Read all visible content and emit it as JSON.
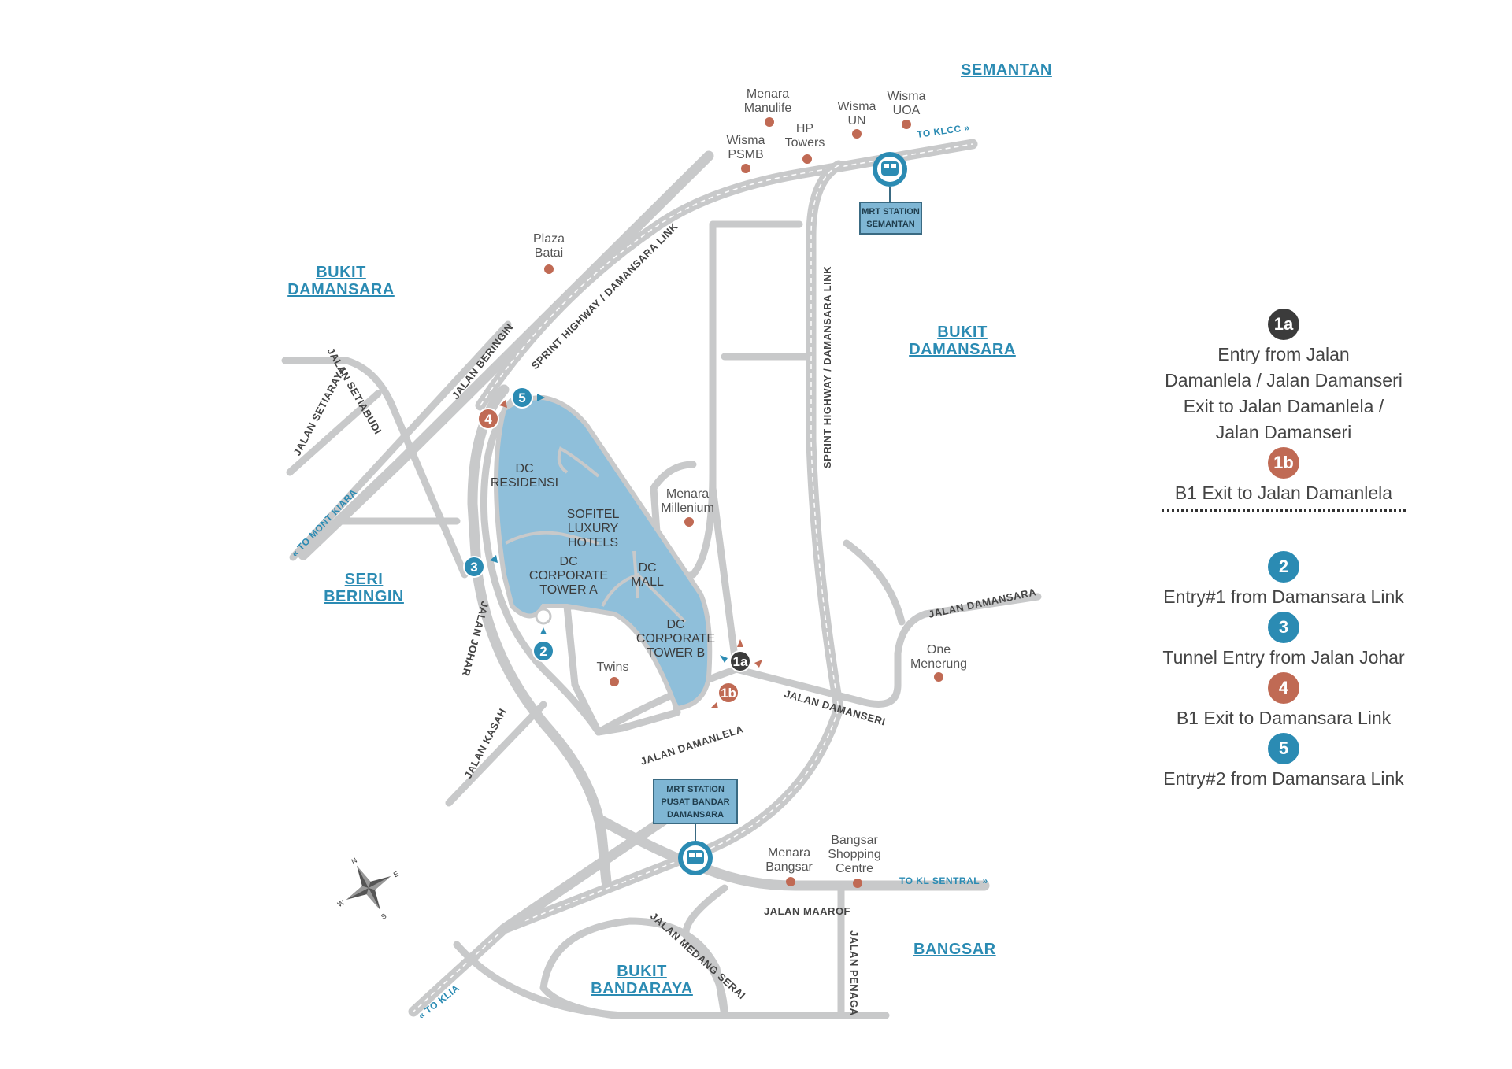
{
  "colors": {
    "road": "#c8c9ca",
    "block": "#8fbfda",
    "district_text": "#2b8bb3",
    "badge_blue": "#2b8bb3",
    "badge_orange": "#c06a54",
    "badge_dark": "#3b3b3b",
    "poi_dot": "#c06a54"
  },
  "districts": {
    "semantan": "SEMANTAN",
    "bukit_damansara_w1": "BUKIT",
    "bukit_damansara_w2": "DAMANSARA",
    "bukit_damansara_e1": "BUKIT",
    "bukit_damansara_e2": "DAMANSARA",
    "seri_beringin_1": "SERI",
    "seri_beringin_2": "BERINGIN",
    "bangsar": "BANGSAR",
    "bukit_bandaraya_1": "BUKIT",
    "bukit_bandaraya_2": "BANDARAYA"
  },
  "pois": {
    "menara_manulife_1": "Menara",
    "menara_manulife_2": "Manulife",
    "wisma_un_1": "Wisma",
    "wisma_un_2": "UN",
    "wisma_uoa_1": "Wisma",
    "wisma_uoa_2": "UOA",
    "hp_towers_1": "HP",
    "hp_towers_2": "Towers",
    "wisma_psmb_1": "Wisma",
    "wisma_psmb_2": "PSMB",
    "plaza_batai_1": "Plaza",
    "plaza_batai_2": "Batai",
    "menara_millenium_1": "Menara",
    "menara_millenium_2": "Millenium",
    "one_menerung_1": "One",
    "one_menerung_2": "Menerung",
    "twins": "Twins",
    "menara_bangsar_1": "Menara",
    "menara_bangsar_2": "Bangsar",
    "bangsar_sc_1": "Bangsar",
    "bangsar_sc_2": "Shopping",
    "bangsar_sc_3": "Centre"
  },
  "roads": {
    "sprint_link_nw": "SPRINT HIGHWAY / DAMANSARA LINK",
    "sprint_link_ne": "SPRINT HIGHWAY / DAMANSARA LINK",
    "jalan_beringin": "JALAN BERINGIN",
    "jalan_setiabudi": "JALAN SETIABUDI",
    "jalan_setiaraya": "JALAN SETIARAYA",
    "jalan_johar": "JALAN JOHAR",
    "jalan_kasah": "JALAN KASAH",
    "jalan_damanlela": "JALAN DAMANLELA",
    "jalan_damanseri": "JALAN DAMANSERI",
    "jalan_damansara": "JALAN DAMANSARA",
    "jalan_maarof": "JALAN MAAROF",
    "jalan_medang_serai": "JALAN MEDANG SERAI",
    "jalan_penaga": "JALAN PENAGA"
  },
  "directions": {
    "to_klcc": "TO KLCC »",
    "to_mont_kiara": "« TO MONT KIARA",
    "to_kl_sentral": "TO KL SENTRAL »",
    "to_klia": "« TO KLIA"
  },
  "stations": {
    "semantan_1": "MRT STATION",
    "semantan_2": "SEMANTAN",
    "pusat_1": "MRT STATION",
    "pusat_2": "PUSAT BANDAR",
    "pusat_3": "DAMANSARA"
  },
  "buildings": {
    "dc_residensi_1": "DC",
    "dc_residensi_2": "RESIDENSI",
    "sofitel_1": "SOFITEL",
    "sofitel_2": "LUXURY",
    "sofitel_3": "HOTELS",
    "tower_a_1": "DC",
    "tower_a_2": "CORPORATE",
    "tower_a_3": "TOWER A",
    "dc_mall_1": "DC",
    "dc_mall_2": "MALL",
    "tower_b_1": "DC",
    "tower_b_2": "CORPORATE",
    "tower_b_3": "TOWER B"
  },
  "map_badges": {
    "b1a": "1a",
    "b1b": "1b",
    "b2": "2",
    "b3": "3",
    "b4": "4",
    "b5": "5"
  },
  "compass": {
    "n": "N",
    "e": "E",
    "s": "S",
    "w": "W"
  },
  "legend": {
    "items": [
      {
        "badge": "1a",
        "lines": [
          "Entry from Jalan",
          "Damanlela / Jalan Damanseri",
          "Exit to Jalan Damanlela /",
          "Jalan Damanseri"
        ]
      },
      {
        "badge": "1b",
        "lines": [
          "B1 Exit to Jalan Damanlela"
        ]
      },
      {
        "badge": "2",
        "lines": [
          "Entry#1 from Damansara Link"
        ]
      },
      {
        "badge": "3",
        "lines": [
          "Tunnel Entry from Jalan Johar"
        ]
      },
      {
        "badge": "4",
        "lines": [
          "B1 Exit to Damansara Link"
        ]
      },
      {
        "badge": "5",
        "lines": [
          "Entry#2 from Damansara Link"
        ]
      }
    ]
  }
}
